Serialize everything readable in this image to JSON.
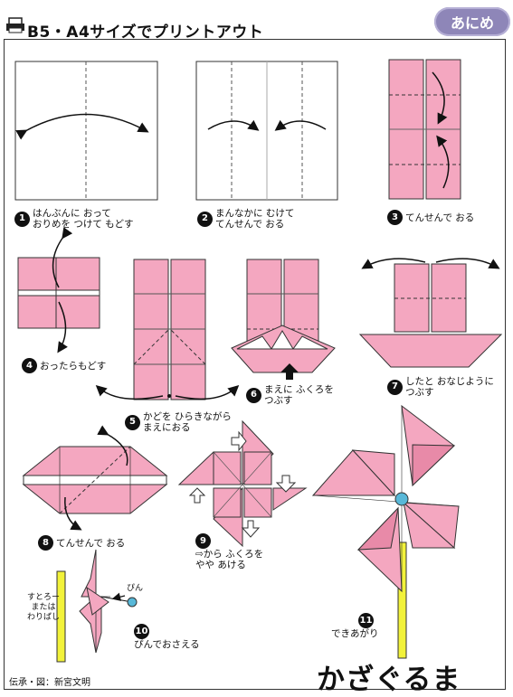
{
  "header": {
    "title": "B5・A4サイズでプリントアウト",
    "badge": "あにめ"
  },
  "steps": [
    {
      "n": "1",
      "text": [
        "はんぶんに おって",
        "おりめを つけて もどす"
      ]
    },
    {
      "n": "2",
      "text": [
        "まんなかに むけて",
        "てんせんで おる"
      ]
    },
    {
      "n": "3",
      "text": [
        "てんせんで おる"
      ]
    },
    {
      "n": "4",
      "text": [
        "おったらもどす"
      ]
    },
    {
      "n": "5",
      "text": [
        "かどを ひらきながら",
        "まえにおる"
      ]
    },
    {
      "n": "6",
      "text": [
        "まえに ふくろを",
        "つぶす"
      ]
    },
    {
      "n": "7",
      "text": [
        "したと おなじように",
        "つぶす"
      ]
    },
    {
      "n": "8",
      "text": [
        "てんせんで おる"
      ]
    },
    {
      "n": "9",
      "text": [
        "⇨から ふくろを",
        "やや あける"
      ]
    },
    {
      "n": "10",
      "text": [
        "ぴんでおさえる"
      ]
    },
    {
      "n": "11",
      "text": [
        "できあがり"
      ]
    }
  ],
  "labels": {
    "stick": [
      "すとろー",
      "または",
      "わりばし"
    ],
    "pin": "ぴん"
  },
  "credit": "伝承・図：新宮文明",
  "final_title": "かざぐるま",
  "colors": {
    "paper": "#f4a7c0",
    "paper_dark": "#e88aa8",
    "line": "#333333",
    "badge": "#8e86b8",
    "stick": "#f2f23a",
    "pin": "#58b8d8"
  }
}
